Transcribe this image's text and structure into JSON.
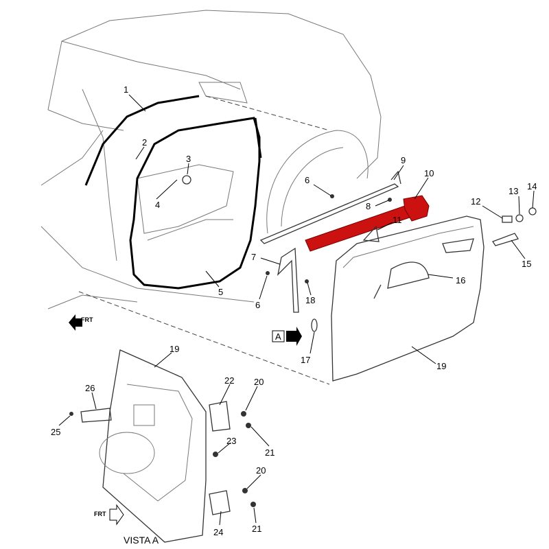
{
  "diagram": {
    "callouts": {
      "c1": "1",
      "c2": "2",
      "c3": "3",
      "c4": "4",
      "c5": "5",
      "c6a": "6",
      "c6b": "6",
      "c7": "7",
      "c8": "8",
      "c9": "9",
      "c10": "10",
      "c11": "11",
      "c12": "12",
      "c13": "13",
      "c14": "14",
      "c15": "15",
      "c16": "16",
      "c17": "17",
      "c18": "18",
      "c19a": "19",
      "c19b": "19",
      "c20a": "20",
      "c20b": "20",
      "c21a": "21",
      "c21b": "21",
      "c22": "22",
      "c23": "23",
      "c24": "24",
      "c25": "25",
      "c26": "26"
    },
    "view_label": "VISTA A",
    "view_marker": "A",
    "front_marker": "FRT",
    "highlight_color": "#cc1111"
  }
}
